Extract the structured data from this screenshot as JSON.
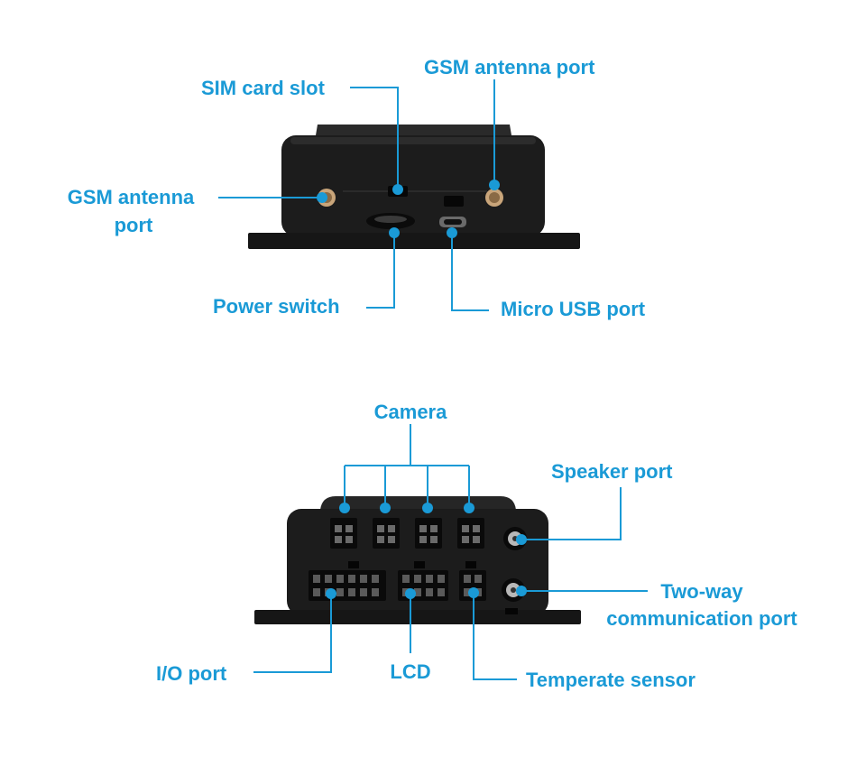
{
  "colors": {
    "accent": "#1a9ad6",
    "device_body": "#1c1c1c",
    "device_edge": "#2b2b2b",
    "port_socket": "#0a0a0a",
    "connector_metal": "#b8b8b8"
  },
  "top_view": {
    "labels": {
      "sim_card_slot": "SIM card slot",
      "gsm_antenna_port_right": "GSM antenna port",
      "gsm_antenna_port_left_line1": "GSM antenna",
      "gsm_antenna_port_left_line2": "port",
      "power_switch": "Power switch",
      "micro_usb_port": "Micro USB port"
    }
  },
  "bottom_view": {
    "labels": {
      "camera": "Camera",
      "speaker_port": "Speaker port",
      "two_way_line1": "Two-way",
      "two_way_line2": "communication port",
      "io_port": "I/O port",
      "lcd": "LCD",
      "temperate_sensor": "Temperate sensor"
    }
  }
}
